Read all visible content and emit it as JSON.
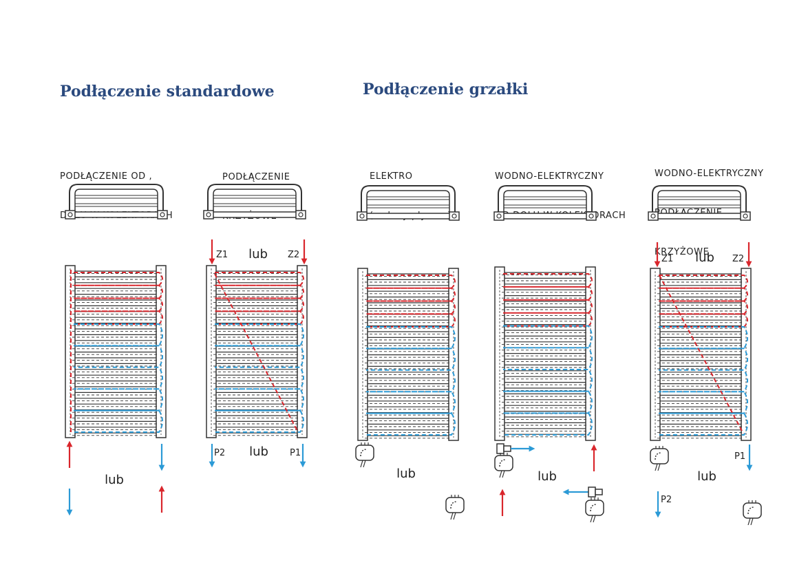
{
  "headings": {
    "standard": "Podłączenie standardowe",
    "heater": "Podłączenie grzałki"
  },
  "panels": [
    {
      "label_line1": "PODŁĄCZENIE OD ,",
      "label_line2": "DOŁU W KOLEKTORACH",
      "label_line3": "",
      "lub": "lub",
      "codes": []
    },
    {
      "label_line1": "PODŁĄCZENIE",
      "label_line2": "KRZYŻOWE",
      "label_line3": "",
      "lub": "lub",
      "codes": [
        "Z1",
        "Z2",
        "P2",
        "P1"
      ]
    },
    {
      "label_line1": "ELEKTRO",
      "label_line2": "( zalany płynem)",
      "label_line3": "",
      "lub": "lub",
      "codes": []
    },
    {
      "label_line1": "WODNO-ELEKTRYCZNY",
      "label_line2": "OD DOŁU W KOLEKTORACH",
      "label_line3": "",
      "lub": "lub",
      "codes": []
    },
    {
      "label_line1": "WODNO-ELEKTRYCZNY",
      "label_line2": "PODŁĄCZENIE",
      "label_line3": "KRZYŻOWE",
      "lub": "lub",
      "codes": [
        "Z1",
        "Z2",
        "P1",
        "P2"
      ]
    }
  ],
  "colors": {
    "heading": "#2b4a7e",
    "text": "#222222",
    "line": "#333333",
    "hot": "#d9262c",
    "cold": "#2b9ad6"
  },
  "icons": [
    "top-view-radiator-icon",
    "radiator-front-icon",
    "flow-arrow-icon",
    "heating-element-icon",
    "tee-connector-icon"
  ]
}
